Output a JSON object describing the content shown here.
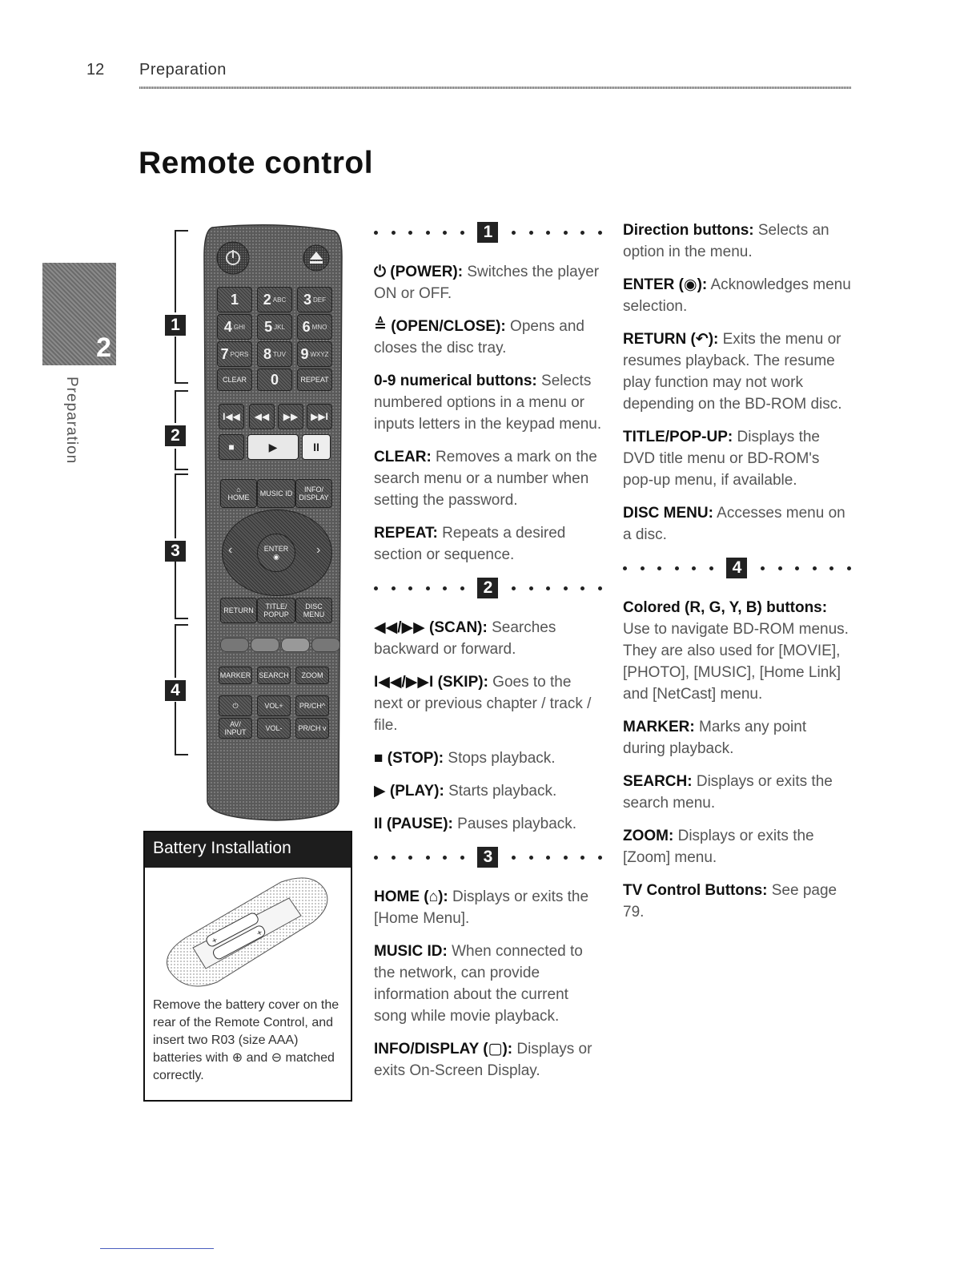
{
  "header": {
    "page_number": "12",
    "section": "Preparation"
  },
  "title": "Remote control",
  "side_tab": {
    "number": "2",
    "label": "Preparation"
  },
  "remote": {
    "power_icon": "power-icon",
    "eject_icon": "eject-icon",
    "keys": {
      "k1": "1",
      "k2": "2",
      "k2sub": "ABC",
      "k3": "3",
      "k3sub": "DEF",
      "k4": "4",
      "k4sub": "GHI",
      "k5": "5",
      "k5sub": "JKL",
      "k6": "6",
      "k6sub": "MNO",
      "k7": "7",
      "k7sub": "PQRS",
      "k8": "8",
      "k8sub": "TUV",
      "k9": "9",
      "k9sub": "WXYZ",
      "clear": "CLEAR",
      "k0": "0",
      "repeat": "REPEAT",
      "home": "HOME",
      "music_id": "MUSIC ID",
      "info": "INFO/",
      "display": "DISPLAY",
      "enter": "ENTER",
      "return": "RETURN",
      "title": "TITLE/",
      "popup": "POPUP",
      "disc": "DISC",
      "menu": "MENU",
      "marker": "MARKER",
      "search": "SEARCH",
      "zoom": "ZOOM",
      "vol_plus": "VOL+",
      "vol_minus": "VOL-",
      "pr_up": "PR/CH^",
      "pr_down": "PR/CH v",
      "av": "AV/",
      "input": "INPUT"
    },
    "brackets": [
      "1",
      "2",
      "3",
      "4"
    ]
  },
  "battery": {
    "title": "Battery Installation",
    "text": "Remove the battery cover on the rear of the Remote Control, and insert two R03 (size AAA) batteries with ⊕ and ⊖ matched correctly."
  },
  "column1": {
    "sections": [
      {
        "badge": "1",
        "items": [
          {
            "term": "⏻ (POWER):",
            "desc": " Switches the player ON or OFF."
          },
          {
            "term": "≜ (OPEN/CLOSE):",
            "desc": " Opens and closes the disc tray."
          },
          {
            "term": "0-9 numerical buttons:",
            "desc": " Selects numbered options in a menu or inputs letters in the keypad menu."
          },
          {
            "term": "CLEAR:",
            "desc": " Removes a mark on the search menu or a number when setting the password."
          },
          {
            "term": "REPEAT:",
            "desc": " Repeats a desired section or sequence."
          }
        ]
      },
      {
        "badge": "2",
        "items": [
          {
            "term": "◀◀/▶▶ (SCAN):",
            "desc": " Searches backward or forward."
          },
          {
            "term": "I◀◀/▶▶I (SKIP):",
            "desc": " Goes to the next or previous chapter / track / file."
          },
          {
            "term": "■ (STOP):",
            "desc": " Stops playback."
          },
          {
            "term": "▶ (PLAY):",
            "desc": " Starts playback."
          },
          {
            "term": "II (PAUSE):",
            "desc": " Pauses playback."
          }
        ]
      },
      {
        "badge": "3",
        "items": [
          {
            "term": "HOME (⌂):",
            "desc": " Displays or exits the [Home Menu]."
          },
          {
            "term": "MUSIC ID:",
            "desc": " When connected to the network, can provide information about the current song while movie playback."
          },
          {
            "term": "INFO/DISPLAY (▢):",
            "desc": " Displays or exits On-Screen Display."
          }
        ]
      }
    ]
  },
  "column2": {
    "lead_items": [
      {
        "term": "Direction buttons:",
        "desc": " Selects an option in the menu."
      },
      {
        "term": "ENTER (◉):",
        "desc": " Acknowledges menu selection."
      },
      {
        "term": "RETURN (↶):",
        "desc": " Exits the menu or resumes playback. The resume play function may not work depending on the BD-ROM disc."
      },
      {
        "term": "TITLE/POP-UP:",
        "desc": " Displays the DVD title menu or BD-ROM's pop-up menu, if available."
      },
      {
        "term": "DISC MENU:",
        "desc": " Accesses menu on a disc."
      }
    ],
    "badge": "4",
    "items": [
      {
        "term": "Colored (R, G, Y, B) buttons:",
        "desc": " Use to navigate BD-ROM menus. They are also used for [MOVIE], [PHOTO], [MUSIC], [Home Link] and [NetCast] menu."
      },
      {
        "term": "MARKER:",
        "desc": " Marks any point during playback."
      },
      {
        "term": "SEARCH:",
        "desc": " Displays or exits the search menu."
      },
      {
        "term": "ZOOM:",
        "desc": " Displays or exits the [Zoom] menu."
      },
      {
        "term": "TV Control Buttons:",
        "desc": " See page 79."
      }
    ]
  }
}
